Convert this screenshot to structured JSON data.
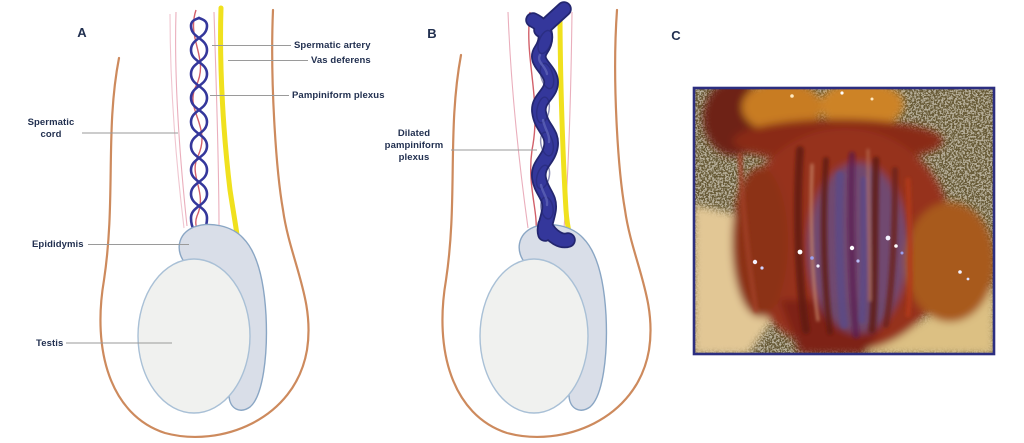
{
  "panels": {
    "a": {
      "letter": "A",
      "labels": {
        "spermatic_artery": "Spermatic artery",
        "vas_deferens": "Vas deferens",
        "pampiniform_plexus": "Pampiniform plexus",
        "spermatic_cord": "Spermatic cord",
        "epididymis": "Epididymis",
        "testis": "Testis"
      }
    },
    "b": {
      "letter": "B",
      "labels": {
        "dilated_pampiniform_plexus": "Dilated pampiniform plexus"
      }
    },
    "c": {
      "letter": "C"
    }
  },
  "colors": {
    "background": "#ffffff",
    "label-text": "#223050",
    "leader-line": "#9a9a9a",
    "scrotum-outline": "#cd8a5d",
    "fascia-pink": "#eaaebc",
    "artery-red": "#d2606a",
    "vas-yellow": "#f0e11e",
    "plexus-blue": "#34379b",
    "plexus-blue-dark": "#23266f",
    "plexus-blue-light": "#5b5fb4",
    "epididymis-fill": "#d9dee8",
    "epididymis-stroke": "#8aa6c4",
    "testis-fill": "#f0f1ef",
    "testis-stroke": "#a9c0d6",
    "photo-border": "#2c2e80",
    "photo-drape": "#675a36",
    "photo-skin": "#e2c795",
    "photo-tissue": "#96331c",
    "photo-vein": "#6b4f7e",
    "photo-orange": "#c87c22"
  }
}
